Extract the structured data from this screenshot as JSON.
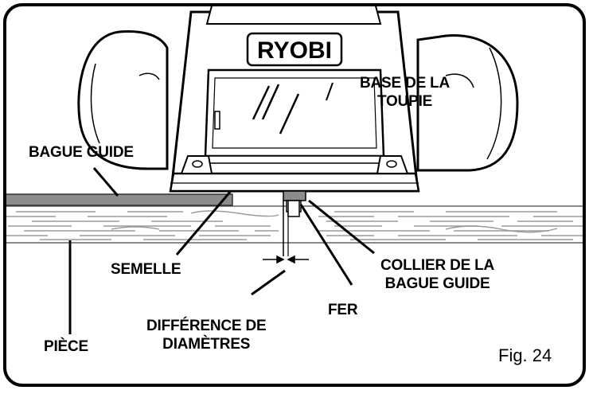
{
  "brand": {
    "logo_text": "RYOBI"
  },
  "labels": {
    "base_line1": "BASE DE LA",
    "base_line2": "TOUPIE",
    "bague_guide": "BAGUE GUIDE",
    "semelle": "SEMELLE",
    "collier_line1": "COLLIER DE LA",
    "collier_line2": "BAGUE GUIDE",
    "fer": "FER",
    "difference_line1": "DIFFÉRENCE DE",
    "difference_line2": "DIAMÈTRES",
    "piece": "PIÈCE"
  },
  "figure_number": "Fig. 24",
  "colors": {
    "frame": "#000000",
    "template_plate": "#8c8c8c",
    "workpiece_grain": "#9a9a9a",
    "router_body": "#ffffff"
  }
}
